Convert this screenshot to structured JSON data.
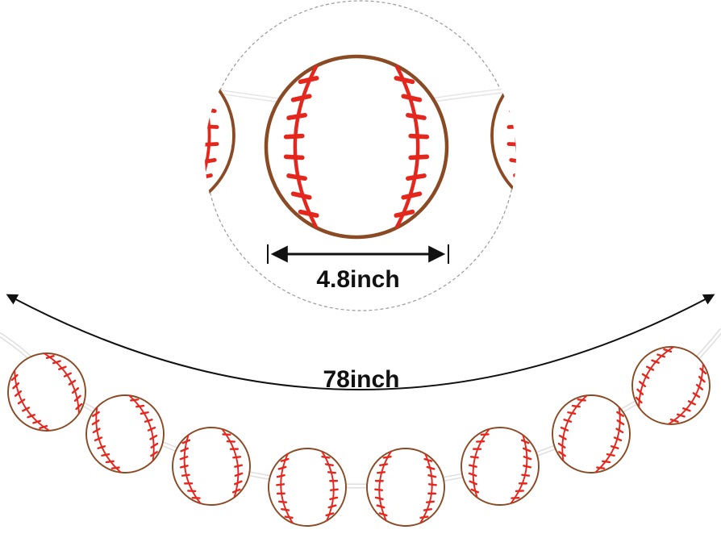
{
  "dimensions": {
    "ball_diameter": "4.8inch",
    "garland_length": "78inch"
  },
  "colors": {
    "ball_fill": "#ffffff",
    "ball_rim": "#8a4a24",
    "stitch": "#e5261c",
    "string": "#ffffff",
    "arrow": "#111111",
    "zoom_circle": "#9a9a9a"
  },
  "garland": {
    "ball_count": 8
  }
}
